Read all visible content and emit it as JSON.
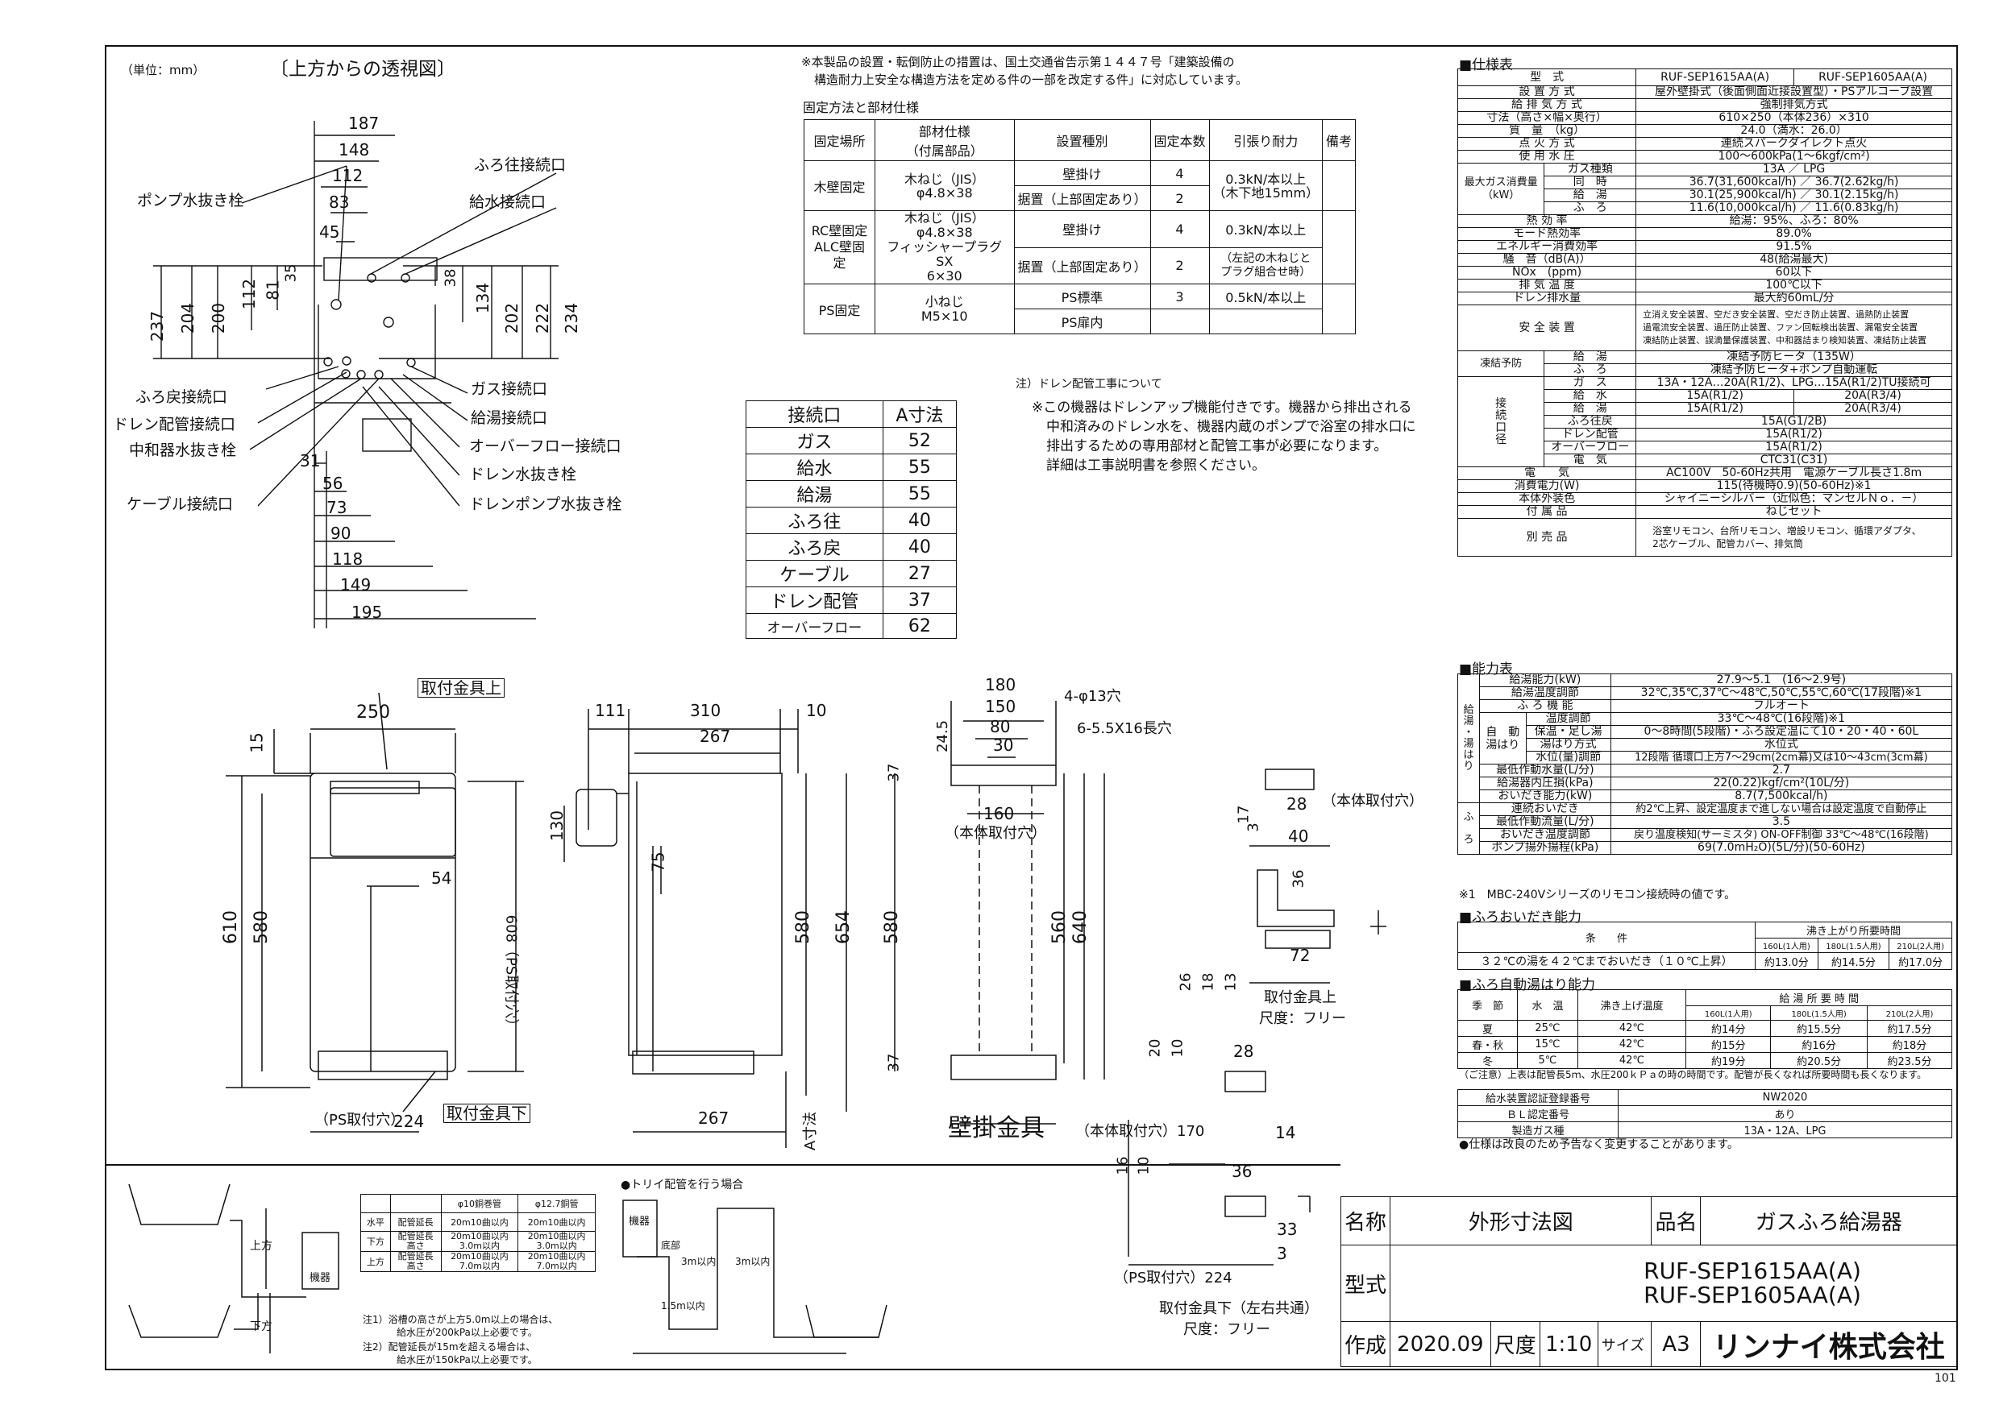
{
  "header": {
    "unit": "（単位：mm）",
    "top_view": "〔上方からの透視図〕",
    "notice_line1": "※本製品の設置・転倒防止の措置は、国土交通省告示第１４４７号「建築設備の",
    "notice_line2": "構造耐力上安全な構造方法を定める件の一部を改定する件」に対応しています。",
    "fix_title": "固定方法と部材仕様"
  },
  "fix_table": {
    "headers": [
      "固定場所",
      "部材仕様\n（付属部品）",
      "設置種別",
      "固定本数",
      "引張り耐力",
      "備考"
    ],
    "rows": [
      [
        "木壁固定",
        "木ねじ（JIS）\nφ4.8×38",
        "壁掛け",
        "4",
        "0.3kN/本以上\n（木下地15mm）",
        ""
      ],
      [
        "",
        "",
        "据置（上部固定あり）",
        "2",
        "",
        ""
      ],
      [
        "RC壁固定\nALC壁固定",
        "木ねじ（JIS）\nφ4.8×38\nフィッシャープラグSX\n6×30",
        "壁掛け",
        "4",
        "0.3kN/本以上",
        ""
      ],
      [
        "",
        "",
        "据置（上部固定あり）",
        "2",
        "（左記の木ねじと\nプラグ組合せ時）",
        ""
      ],
      [
        "PS固定",
        "小ねじ\nM5×10",
        "PS標準",
        "3",
        "0.5kN/本以上",
        ""
      ],
      [
        "",
        "",
        "PS扉内",
        "",
        "",
        ""
      ]
    ]
  },
  "drain_note": {
    "title": "注）ドレン配管工事について",
    "lines": [
      "※この機器はドレンアップ機能付きです。機器から排出される",
      "中和済みのドレン水を、機器内蔵のポンプで浴室の排水口に",
      "排出するための専用部材と配管工事が必要になります。",
      "詳細は工事説明書を参照ください。"
    ]
  },
  "conn_table": {
    "headers": [
      "接続口",
      "A寸法"
    ],
    "rows": [
      [
        "ガス",
        "52"
      ],
      [
        "給水",
        "55"
      ],
      [
        "給湯",
        "55"
      ],
      [
        "ふろ往",
        "40"
      ],
      [
        "ふろ戻",
        "40"
      ],
      [
        "ケーブル",
        "27"
      ],
      [
        "ドレン配管",
        "37"
      ],
      [
        "オーバーフロー",
        "62"
      ]
    ]
  },
  "top_labels": {
    "furo_out": "ふろ往接続口",
    "kyusui": "給水接続口",
    "pump_drain": "ポンプ水抜き栓",
    "furo_back": "ふろ戻接続口",
    "drain_pipe": "ドレン配管接続口",
    "neutral": "中和器水抜き栓",
    "cable": "ケーブル接続口",
    "gas": "ガス接続口",
    "kyuto": "給湯接続口",
    "overflow": "オーバーフロー接続口",
    "drain_plug": "ドレン水抜き栓",
    "drainpump_plug": "ドレンポンプ水抜き栓"
  },
  "top_dims": {
    "h": [
      "187",
      "148",
      "112",
      "83",
      "45",
      "35"
    ],
    "left_v": [
      "237",
      "204",
      "200",
      "112",
      "81"
    ],
    "right_v": [
      "38",
      "134",
      "202",
      "222",
      "234"
    ],
    "bottom": [
      "31",
      "56",
      "73",
      "90",
      "118",
      "149",
      "195"
    ]
  },
  "front_view": {
    "top_bracket": "取付金具上",
    "bottom_bracket": "取付金具下",
    "w250": "250",
    "d15": "15",
    "h610": "610",
    "h580": "580",
    "d54": "54",
    "ps_hole_v": "608（PS取付穴）",
    "ps_hole_h": "（PS取付穴）",
    "d224": "224"
  },
  "side_view": {
    "w111": "111",
    "w310": "310",
    "w10": "10",
    "w267": "267",
    "d130": "130",
    "d75": "75",
    "h580": "580",
    "h654": "654",
    "b267": "267",
    "a_dim": "A寸法"
  },
  "mount_view": {
    "w180": "180",
    "w150": "150",
    "w80": "80",
    "w30": "30",
    "d24_5": "24.5",
    "hole1": "4-φ13穴",
    "hole2": "6-5.5X16長穴",
    "d37a": "37",
    "w160": "160",
    "body_hole": "（本体取付穴）",
    "h580": "580",
    "h560": "560",
    "h640": "640",
    "d37b": "37",
    "title": "壁掛金具",
    "body_hole2": "（本体取付穴）170",
    "ps_hole": "（PS取付穴）224"
  },
  "bracket_top": {
    "d28": "28",
    "body_hole": "（本体取付穴）",
    "d17": "17",
    "d3": "3",
    "w40": "40",
    "d36": "36",
    "w72": "72",
    "d26": "26",
    "d18": "18",
    "d13": "13",
    "title": "取付金具上",
    "scale": "尺度：フリー"
  },
  "bracket_bottom": {
    "d28": "28",
    "d20": "20",
    "d10": "10",
    "d14": "14",
    "d16": "16",
    "d10b": "10",
    "d36": "36",
    "d33": "33",
    "d3": "3",
    "title": "取付金具下（左右共通）",
    "scale": "尺度：フリー"
  },
  "pipe_table": {
    "headers": [
      "",
      "",
      "φ10銅巻管",
      "φ12.7銅管"
    ],
    "rows": [
      [
        "水平",
        "配管延長",
        "20m10曲以内",
        "20m10曲以内"
      ],
      [
        "下方",
        "配管延長\n高さ",
        "20m10曲以内\n3.0m以内",
        "20m10曲以内\n3.0m以内"
      ],
      [
        "上方",
        "配管延長\n高さ",
        "20m10曲以内\n7.0m以内",
        "20m10曲以内\n7.0m以内"
      ]
    ],
    "note1": "注1）浴槽の高さが上方5.0m以上の場合は、",
    "note1b": "給水圧が200kPa以上必要です。",
    "note2": "注2）配管延長が15mを超える場合は、",
    "note2b": "給水圧が150kPa以上必要です。",
    "trap_title": "●トリイ配管を行う場合",
    "up": "上方",
    "down": "下方",
    "unit": "機器",
    "floor": "底部",
    "h1": "1.5m以内",
    "h2": "3m以内",
    "h3": "3m以内"
  },
  "spec": {
    "title": "■仕様表",
    "model_label": "型　式",
    "models": [
      "RUF-SEP1615AA(A)",
      "RUF-SEP1605AA(A)"
    ],
    "rows": [
      [
        "設 置 方 式",
        "屋外壁掛式（後面側面近接設置型）・PSアルコーブ設置"
      ],
      [
        "給 排 気 方 式",
        "強制排気方式"
      ],
      [
        "寸法（高さ×幅×奥行）",
        "610×250（本体236）×310"
      ],
      [
        "質　量　（kg）",
        "24.0（満水：26.0）"
      ],
      [
        "点 火 方 式",
        "連続スパークダイレクト点火"
      ],
      [
        "使 用 水 圧",
        "100～600kPa(1～6kgf/cm²)"
      ]
    ],
    "gas_label": "最大ガス消費量\n（kW）",
    "gas_rows": [
      [
        "ガス種類",
        "13A ／ LPG"
      ],
      [
        "同　時",
        "36.7(31,600kcal/h) ／ 36.7(2.62kg/h)"
      ],
      [
        "給　湯",
        "30.1(25,900kcal/h) ／ 30.1(2.15kg/h)"
      ],
      [
        "ふ　ろ",
        "11.6(10,000kcal/h) ／ 11.6(0.83kg/h)"
      ]
    ],
    "rows2": [
      [
        "熱 効 率",
        "給湯：95%、ふろ：80%"
      ],
      [
        "モード熱効率",
        "89.0%"
      ],
      [
        "エネルギー消費効率",
        "91.5%"
      ],
      [
        "騒　音（dB(A)）",
        "48(給湯最大)"
      ],
      [
        "NOx　(ppm)",
        "60以下"
      ],
      [
        "排 気 温 度",
        "100℃以下"
      ],
      [
        "ドレン排水量",
        "最大約60mL/分"
      ]
    ],
    "safety_label": "安 全 装 置",
    "safety_lines": [
      "立消え安全装置、空だき安全装置、空だき防止装置、過熱防止装置",
      "過電流安全装置、過圧防止装置、ファン回転検出装置、漏電安全装置",
      "凍結防止装置、誤滴量保護装置、中和器詰まり検知装置、凍結防止装置"
    ],
    "freeze_label": "凍結予防",
    "freeze_rows": [
      [
        "給　湯",
        "凍結予防ヒータ（135W）"
      ],
      [
        "ふ　ろ",
        "凍結予防ヒータ+ポンプ自動運転"
      ]
    ],
    "conn_label": "接\n続\n口\n径",
    "conn_rows": [
      [
        "ガ　ス",
        "13A・12A…20A(R1/2)、LPG…15A(R1/2)TU接続可",
        ""
      ],
      [
        "給　水",
        "15A(R1/2)",
        "20A(R3/4)"
      ],
      [
        "給　湯",
        "15A(R1/2)",
        "20A(R3/4)"
      ],
      [
        "ふろ往戻",
        "15A(G1/2B)",
        ""
      ],
      [
        "ドレン配管",
        "15A(R1/2)",
        ""
      ],
      [
        "オーバーフロー",
        "15A(R1/2)",
        ""
      ],
      [
        "電　気",
        "CTC31(C31)",
        ""
      ]
    ],
    "rows3": [
      [
        "電　　気",
        "AC100V　50-60Hz共用　電源ケーブル長さ1.8m"
      ],
      [
        "消費電力(W)",
        "115(待機時0.9)(50-60Hz)※1"
      ],
      [
        "本体外装色",
        "シャイニーシルバー（近似色：マンセルＮｏ．－）"
      ],
      [
        "付 属 品",
        "ねじセット"
      ]
    ],
    "option_label": "別 売 品",
    "option_lines": [
      "浴室リモコン、台所リモコン、増設リモコン、循環アダプタ、",
      "2芯ケーブル、配管カバー、排気筒"
    ]
  },
  "capacity": {
    "title": "■能力表",
    "rows": [
      [
        "給湯能力(kW)",
        "27.9～5.1　(16～2.9号)"
      ],
      [
        "給湯温度調節",
        "32℃,35℃,37℃～48℃,50℃,55℃,60℃(17段階)※1"
      ],
      [
        "ふ ろ 機 能",
        "フルオート"
      ],
      [
        "温度調節",
        "33℃～48℃(16段階)※1"
      ],
      [
        "保温・足し湯",
        "0～8時間(5段階)・ふろ設定温にて10・20・40・60L"
      ],
      [
        "湯はり方式",
        "水位式"
      ],
      [
        "水位(量)調節",
        "12段階 循環口上方7～29cm(2cm幕)又は10～43cm(3cm幕)"
      ],
      [
        "最低作動水量(L/分)",
        "2.7"
      ],
      [
        "給湯器内圧損(kPa)",
        "22(0.22)kgf/cm²(10L/分)"
      ],
      [
        "おいだき能力(kW)",
        "8.7(7,500kcal/h)"
      ],
      [
        "連続おいだき",
        "約2℃上昇、設定温度まで進しない場合は設定温度で自動停止"
      ],
      [
        "最低作動流量(L/分)",
        "3.5"
      ],
      [
        "おいだき温度調節",
        "戻り温度検知(サーミスタ) ON-OFF制御 33℃～48℃(16段階)"
      ],
      [
        "ポンプ揚外揚程(kPa)",
        "69(7.0mH₂O)(5L/分)(50-60Hz)"
      ]
    ],
    "side1": "給\n湯\n・\n湯\nは\nり",
    "auto": "自　動\n湯はり",
    "side2": "ふ\n\nろ",
    "note": "※1　MBC-240Vシリーズのリモコン接続時の値です。"
  },
  "reheat": {
    "title": "■ふろおいだき能力",
    "cond": "条　　件",
    "time": "沸き上がり所要時間",
    "cols": [
      "160L(1人用)",
      "180L(1.5人用)",
      "210L(2人用)"
    ],
    "row": "３２℃の湯を４２℃までおいだき（１０℃上昇）",
    "vals": [
      "約13.0分",
      "約14.5分",
      "約17.0分"
    ]
  },
  "autofill": {
    "title": "■ふろ自動湯はり能力",
    "headers": [
      "季　節",
      "水　温",
      "沸き上げ温度",
      "給 湯 所 要 時 間"
    ],
    "cols": [
      "160L(1人用)",
      "180L(1.5人用)",
      "210L(2人用)"
    ],
    "rows": [
      [
        "夏",
        "25℃",
        "42℃",
        "約14分",
        "約15.5分",
        "約17.5分"
      ],
      [
        "春・秋",
        "15℃",
        "42℃",
        "約15分",
        "約16分",
        "約18分"
      ],
      [
        "冬",
        "5℃",
        "42℃",
        "約19分",
        "約20.5分",
        "約23.5分"
      ]
    ],
    "note": "（ご注意）上表は配管長5ｍ、水圧200ｋＰａの時の時間です。配管が長くなれば所要時間も長くなります。"
  },
  "cert": {
    "rows": [
      [
        "給水装置認証登録番号",
        "NW2020"
      ],
      [
        "ＢＬ認定番号",
        "あり"
      ],
      [
        "製造ガス種",
        "13A・12A、LPG"
      ]
    ],
    "note": "●仕様は改良のため予告なく変更することがあります。"
  },
  "title_block": {
    "name_label": "名称",
    "name": "外形寸法図",
    "product_label": "品名",
    "product": "ガスふろ給湯器",
    "model_label": "型式",
    "model1": "RUF-SEP1615AA(A)",
    "model2": "RUF-SEP1605AA(A)",
    "made_label": "作成",
    "date": "2020.09",
    "scale_label": "尺度",
    "scale": "1:10",
    "size_label": "サイズ",
    "size": "A3",
    "company": "リンナイ株式会社",
    "page": "101"
  }
}
